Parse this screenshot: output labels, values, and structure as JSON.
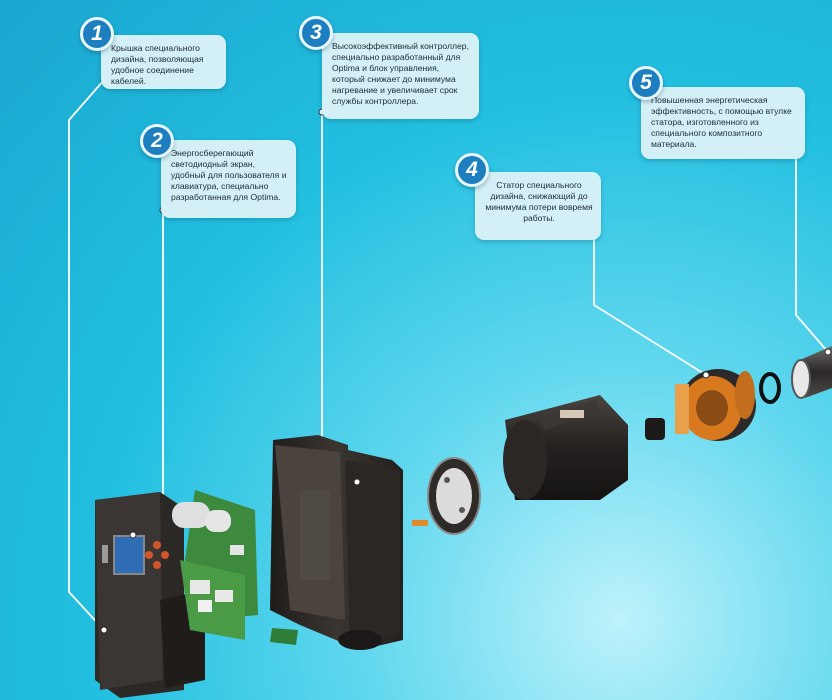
{
  "callouts": [
    {
      "number": "1",
      "text": "Крышка специального дизайна, позволяющая удобное соединение кабелей."
    },
    {
      "number": "2",
      "text": "Энергосберегающий светодиодный экран, удобный для пользователя и клавиатура, специально разработанная для Optima."
    },
    {
      "number": "3",
      "text": "Высокоэффективный контроллер, специально разработанный для Optima и блок управления, который снижает до минимума нагревание и увеличивает срок службы контроллера."
    },
    {
      "number": "4",
      "text": "Статор специального дизайна, снижающий до минимума потери вовремя работы."
    },
    {
      "number": "5",
      "text": "Повышенная энергетическая эффективность, с помощью втулке статора, изготовленного из специального композитного материала."
    }
  ],
  "colors": {
    "badge": "#1d7fbf",
    "callout_bg": "#d3f0f6",
    "leader_line": "#ffffff",
    "housing": "#2e2a27",
    "pcb": "#3d8a3f",
    "copper": "#d9791f"
  }
}
